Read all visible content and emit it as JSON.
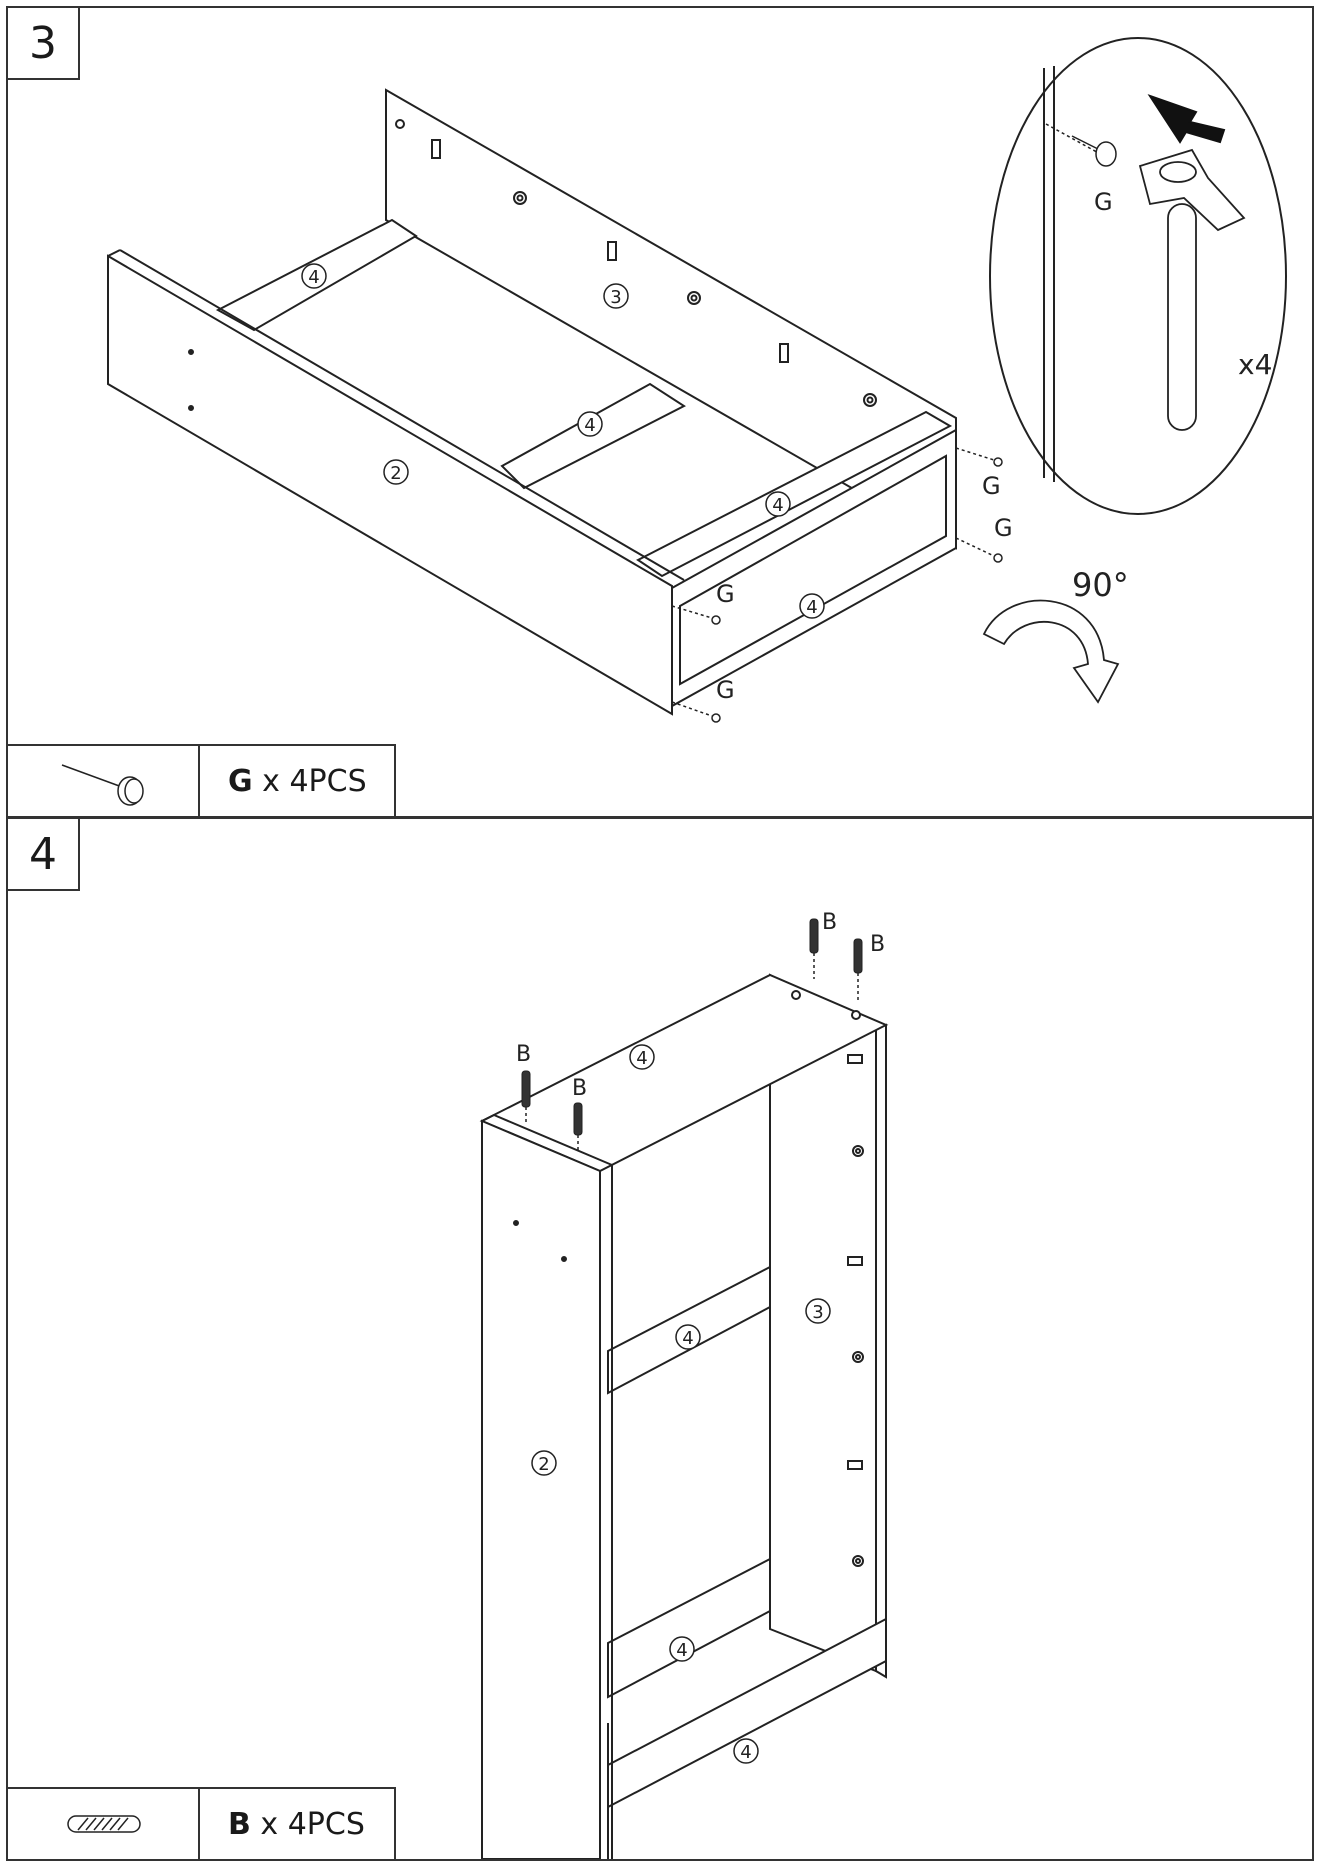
{
  "steps": [
    {
      "number": "3",
      "part_code": "G",
      "part_qty": " x 4PCS",
      "labels": {
        "panel_2": "2",
        "panel_3": "3",
        "shelf_4": "4",
        "nail": "G",
        "rotate": "90°",
        "repeat": "x4"
      }
    },
    {
      "number": "4",
      "part_code": "B",
      "part_qty": " x 4PCS",
      "labels": {
        "panel_2": "2",
        "panel_3": "3",
        "shelf_4": "4",
        "dowel": "B"
      }
    }
  ],
  "icons": [
    "nail-icon",
    "dowel-icon",
    "hammer-icon",
    "arrow-icon",
    "rotate-arrow-icon"
  ]
}
